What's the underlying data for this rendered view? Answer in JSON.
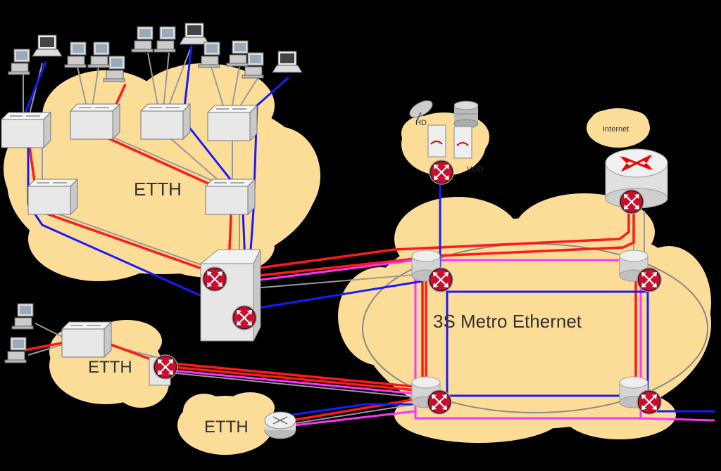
{
  "labels": {
    "etth_main": "ETTH",
    "etth_small": "ETTH",
    "etth_bottom": "ETTH",
    "metro": "3S Metro Ethernet",
    "internet": "Internet",
    "hd": "HD",
    "vod": "VOD"
  },
  "colors": {
    "background": "#000000",
    "cloud": "#fbdd98",
    "red_link": "#ff1a1a",
    "blue_link": "#1a1aff",
    "magenta_link": "#ff33ff",
    "gray_link": "#8c8c8c",
    "router": "#c8102e"
  },
  "icons": [
    "pc-icon",
    "laptop-icon",
    "switch-icon",
    "router-icon",
    "server-icon",
    "satellite-dish-icon",
    "database-icon"
  ]
}
